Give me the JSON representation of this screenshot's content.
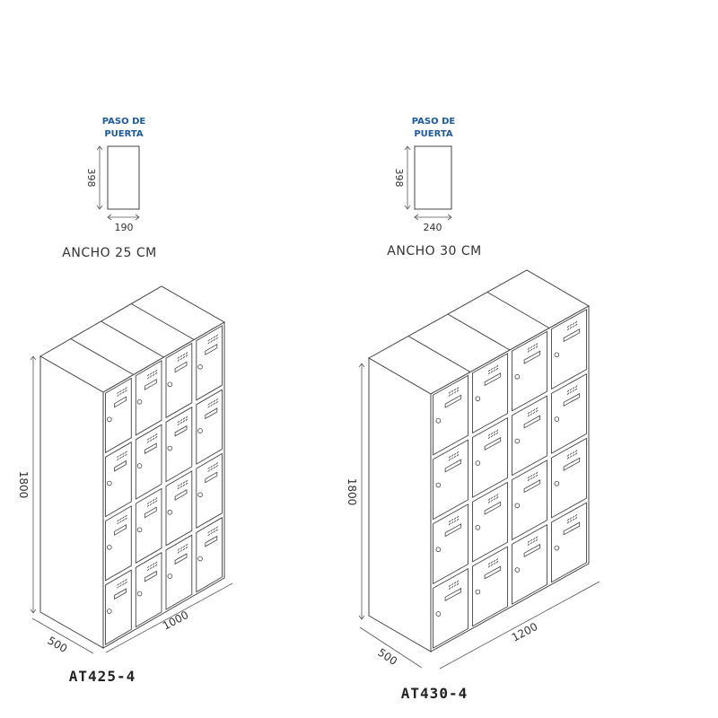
{
  "left": {
    "door_opening": {
      "title_line1": "PASO DE",
      "title_line2": "PUERTA",
      "height": "398",
      "width": "190"
    },
    "width_label": "ANCHO 25 CM",
    "height_dim": "1800",
    "depth_dim": "500",
    "width_dim": "1000",
    "model": "AT425-4"
  },
  "right": {
    "door_opening": {
      "title_line1": "PASO DE",
      "title_line2": "PUERTA",
      "height": "398",
      "width": "240"
    },
    "width_label": "ANCHO 30 CM",
    "height_dim": "1800",
    "depth_dim": "500",
    "width_dim": "1200",
    "model": "AT430-4"
  },
  "colors": {
    "accent": "#1d5a9b",
    "line": "#444444"
  }
}
